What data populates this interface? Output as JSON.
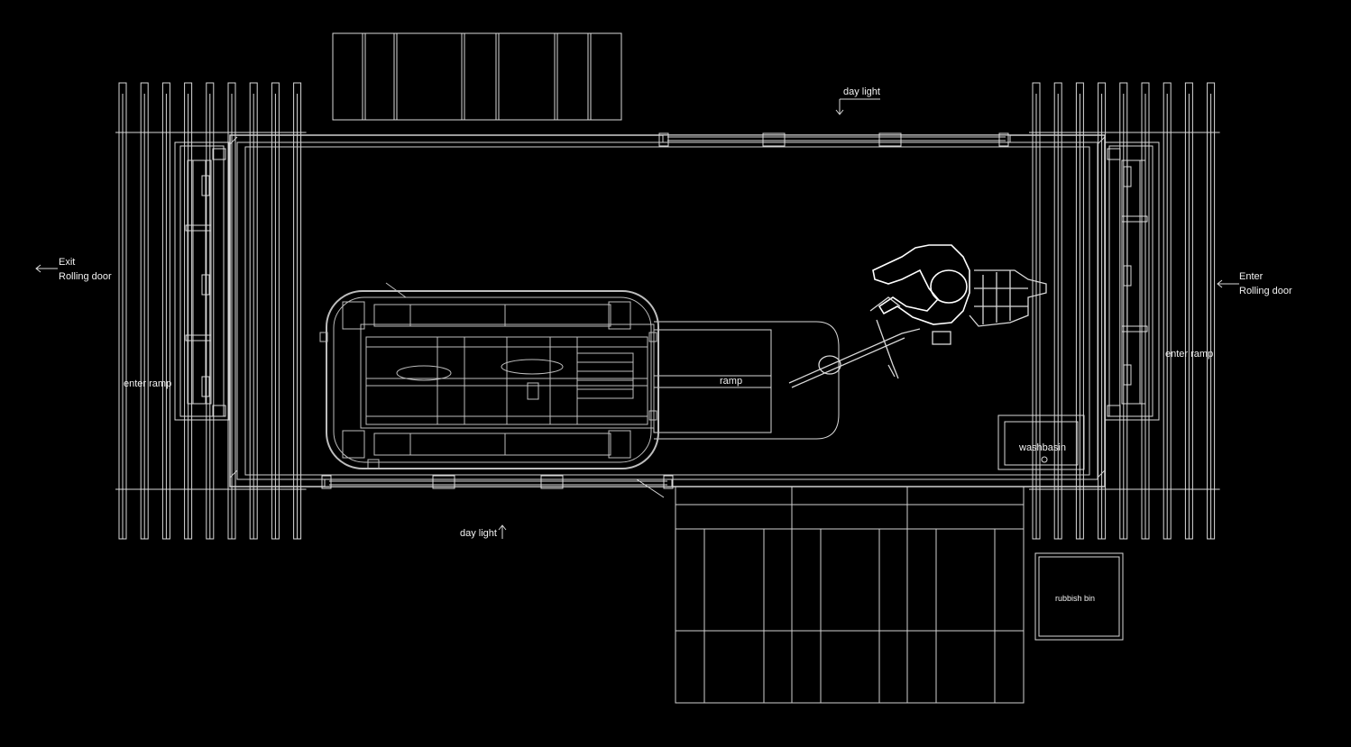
{
  "labels": {
    "day_light_top": "day light",
    "day_light_bottom": "day light",
    "exit": "Exit",
    "rolling_door_left": "Rolling door",
    "enter": "Enter",
    "rolling_door_right": "Rolling door",
    "enter_ramp_left": "enter ramp",
    "enter_ramp_right": "enter ramp",
    "ramp": "ramp",
    "washbasin": "washbasin",
    "rubbish_bin": "rubbish bin"
  },
  "colors": {
    "background": "#000000",
    "line": "#d9d9d9",
    "text": "#f2f2f2"
  },
  "icons": [
    "arrow-left-icon",
    "arrow-down-icon",
    "arrow-up-icon",
    "person-icon",
    "bicycle-icon"
  ]
}
